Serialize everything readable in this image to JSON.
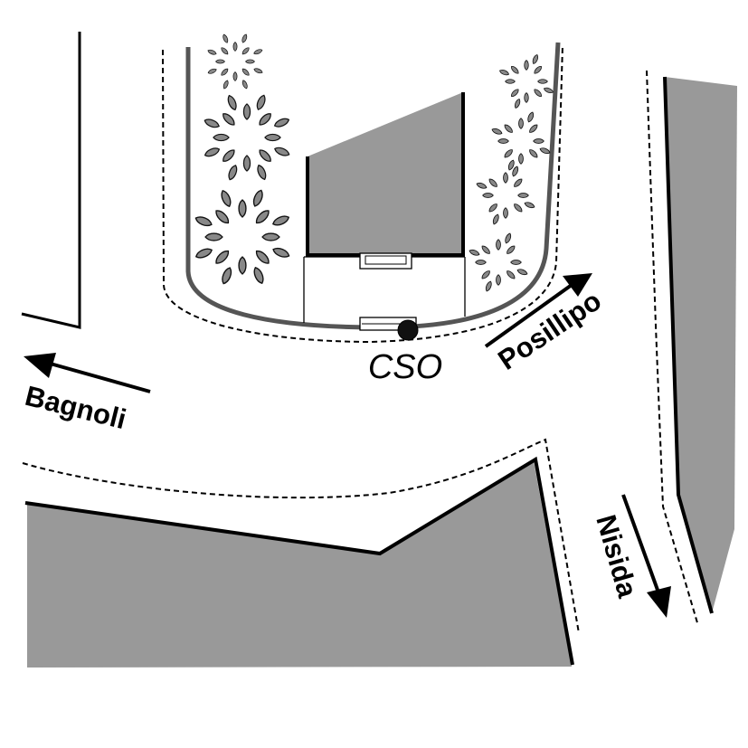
{
  "map": {
    "labels": {
      "site": "CSO",
      "west_road": "Bagnoli",
      "northeast_road": "Posillipo",
      "south_road": "Nisida"
    },
    "colors": {
      "building_fill": "#999999",
      "outline": "#000000",
      "border_gray": "#555555",
      "tree_fill": "#888888",
      "background": "#ffffff"
    },
    "icons": {
      "site_marker": "dot-marker",
      "trees": "tree-icon",
      "direction": "arrow-icon"
    }
  }
}
